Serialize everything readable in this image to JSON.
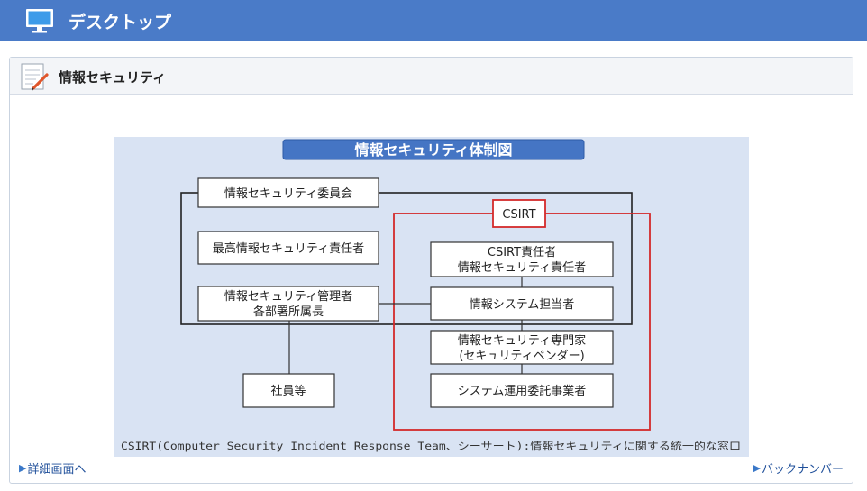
{
  "header": {
    "title": "デスクトップ",
    "icon": "monitor-icon",
    "background": "#4a7bc8"
  },
  "panel": {
    "title": "情報セキュリティ",
    "icon": "memo-pencil-icon"
  },
  "diagram": {
    "title": "情報セキュリティ体制図",
    "committee": "情報セキュリティ委員会",
    "cso": "最高情報セキュリティ責任者",
    "manager_line1": "情報セキュリティ管理者",
    "manager_line2": "各部署所属長",
    "staff": "社員等",
    "csirt_label": "CSIRT",
    "csirt_head_line1": "CSIRT責任者",
    "csirt_head_line2": "情報セキュリティ責任者",
    "system_staff": "情報システム担当者",
    "expert_line1": "情報セキュリティ専門家",
    "expert_line2": "(セキュリティベンダー)",
    "ops_contractor": "システム運用委託事業者",
    "footnote": "CSIRT(Computer Security Incident Response Team、シーサート):情報セキュリティに関する統一的な窓口"
  },
  "links": {
    "detail": "詳細画面へ",
    "backnumber": "バックナンバー"
  }
}
